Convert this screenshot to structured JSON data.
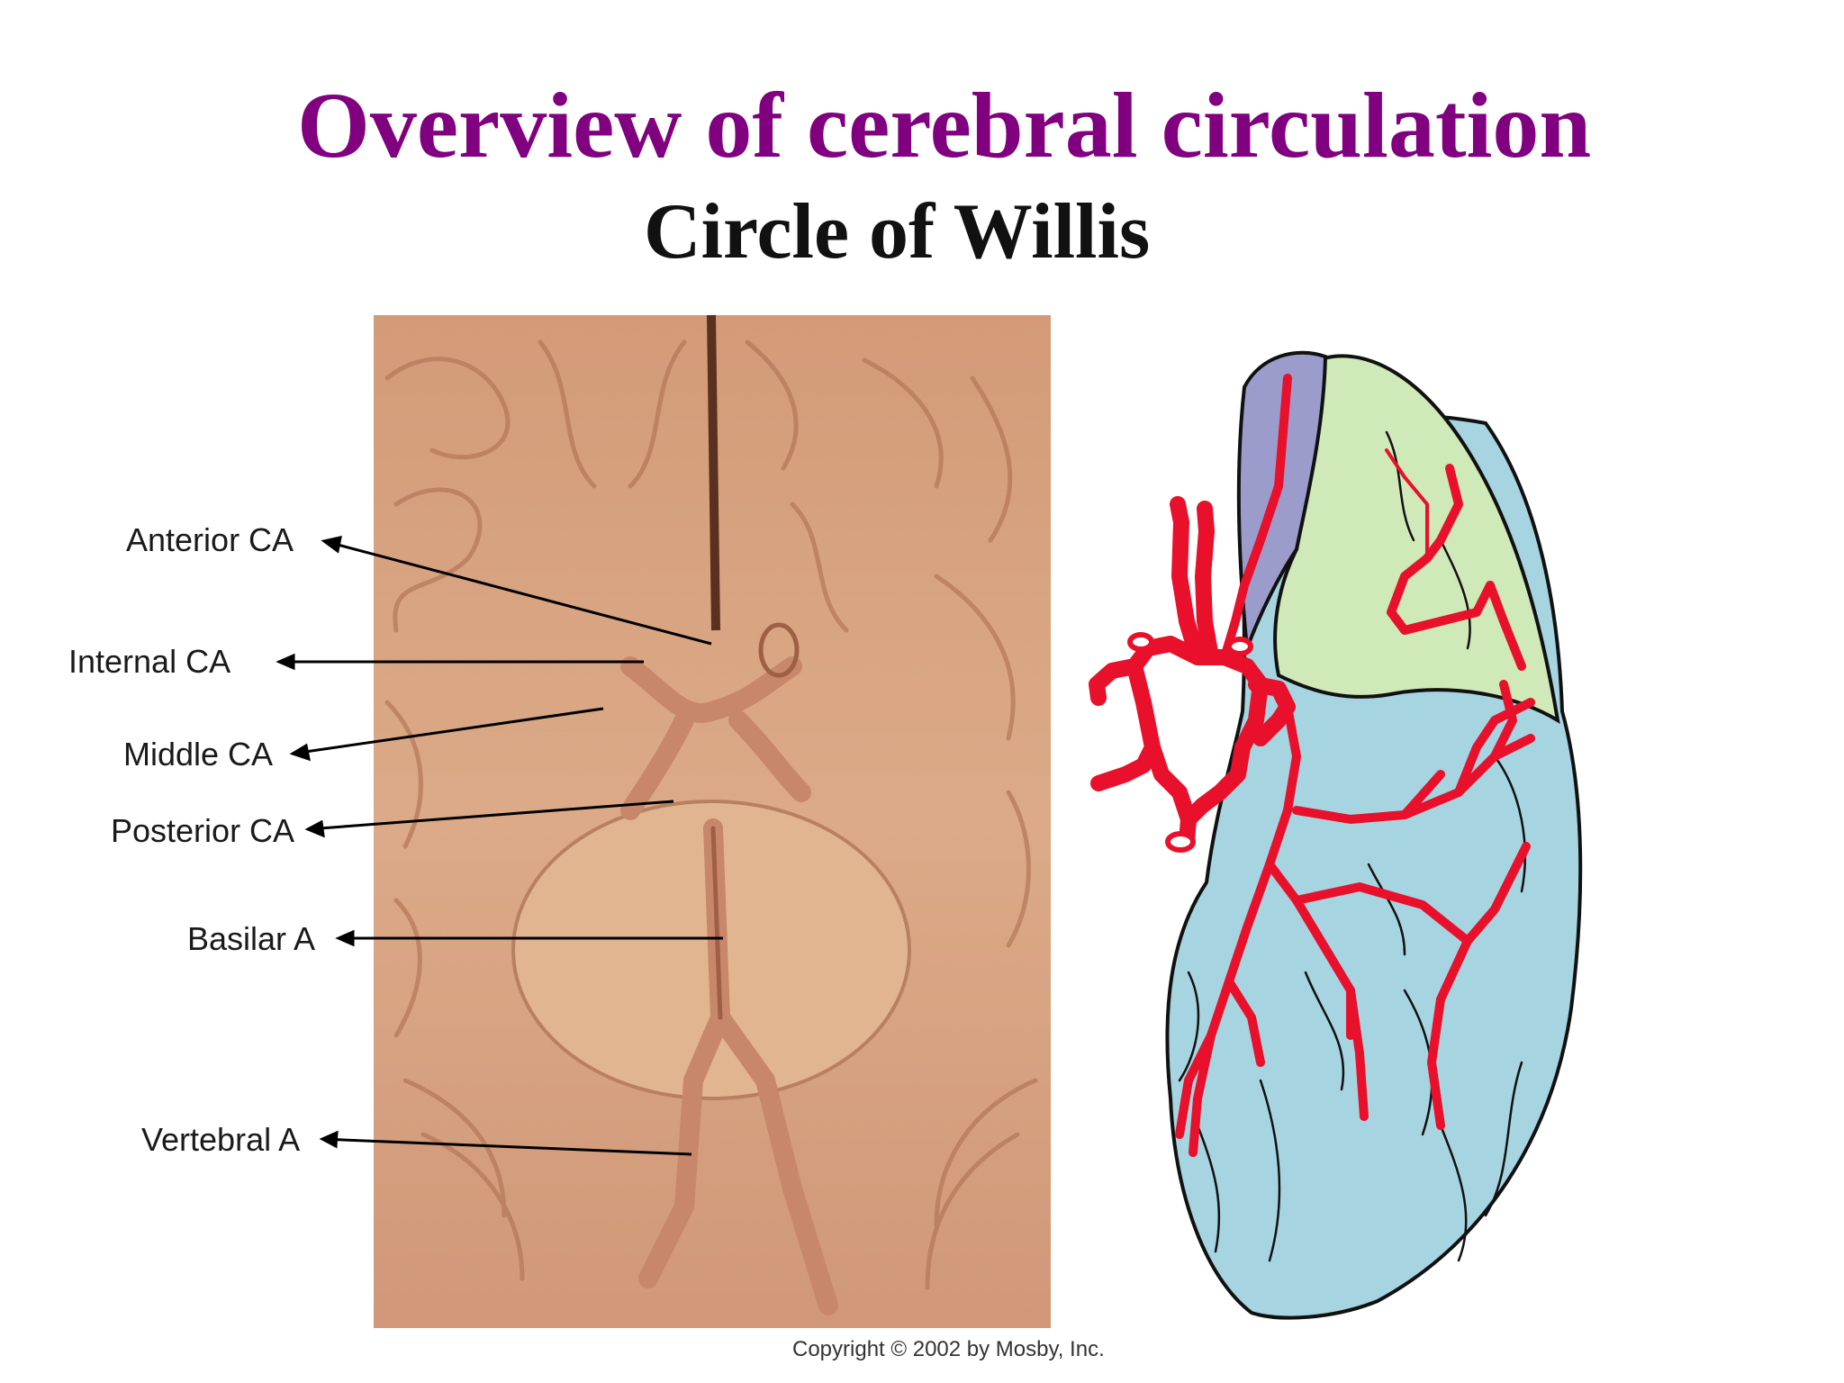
{
  "slide": {
    "title": "Overview of cerebral circulation",
    "subtitle": "Circle of Willis",
    "copyright": "Copyright © 2002 by Mosby, Inc."
  },
  "colors": {
    "title": "#800080",
    "subtitle": "#111111",
    "artery": "#e8102a",
    "acaTerritory": "#9c9ccc",
    "mcaTerritory": "#cfe9b8",
    "pcaTerritory": "#a6d4e0",
    "brainTissue": "#d9a27f"
  },
  "labels": [
    {
      "id": "anterior",
      "text": "Anterior CA"
    },
    {
      "id": "internal",
      "text": "Internal CA"
    },
    {
      "id": "middle",
      "text": "Middle CA"
    },
    {
      "id": "posterior",
      "text": "Posterior CA"
    },
    {
      "id": "basilar",
      "text": "Basilar A"
    },
    {
      "id": "vertebral",
      "text": "Vertebral A"
    }
  ]
}
